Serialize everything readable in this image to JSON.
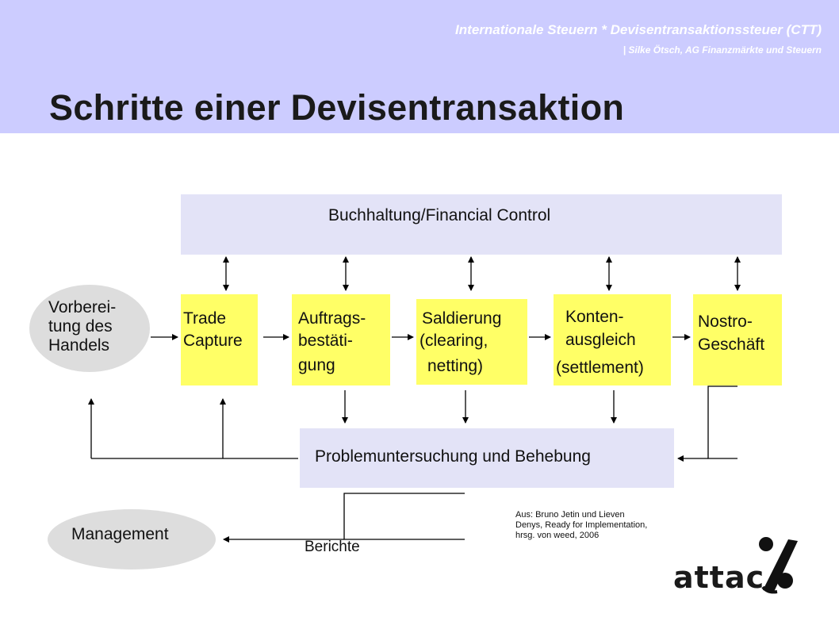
{
  "header": {
    "line1": "Internationale Steuern  *  Devisentransaktionssteuer (CTT)",
    "line2": "| Silke Ötsch, AG Finanzmärkte und Steuern"
  },
  "title": "Schritte einer Devisentransaktion",
  "diagram": {
    "accounting": "Buchhaltung/Financial Control",
    "preparation": [
      "Vorberei-",
      "tung des",
      "Handels"
    ],
    "trade_capture": [
      "Trade",
      "Capture"
    ],
    "confirmation": [
      "Auftrags-",
      "bestäti-",
      "gung"
    ],
    "netting": [
      "Saldierung",
      "(clearing,",
      "netting)"
    ],
    "settlement": [
      "Konten-",
      "ausgleich",
      "(settlement)"
    ],
    "nostro": [
      "Nostro-",
      "Geschäft"
    ],
    "problems": "Problemuntersuchung und Behebung",
    "management": "Management",
    "reports": "Berichte"
  },
  "source": [
    "Aus: Bruno Jetin und Lieven",
    "Denys, Ready for Implementation,",
    "hrsg. von weed, 2006"
  ],
  "logo": {
    "text": "attac"
  },
  "colors": {
    "header": "#ccccff",
    "process_box": "#ffff66",
    "band": "#e3e3f7",
    "ellipse": "#dddddd"
  }
}
